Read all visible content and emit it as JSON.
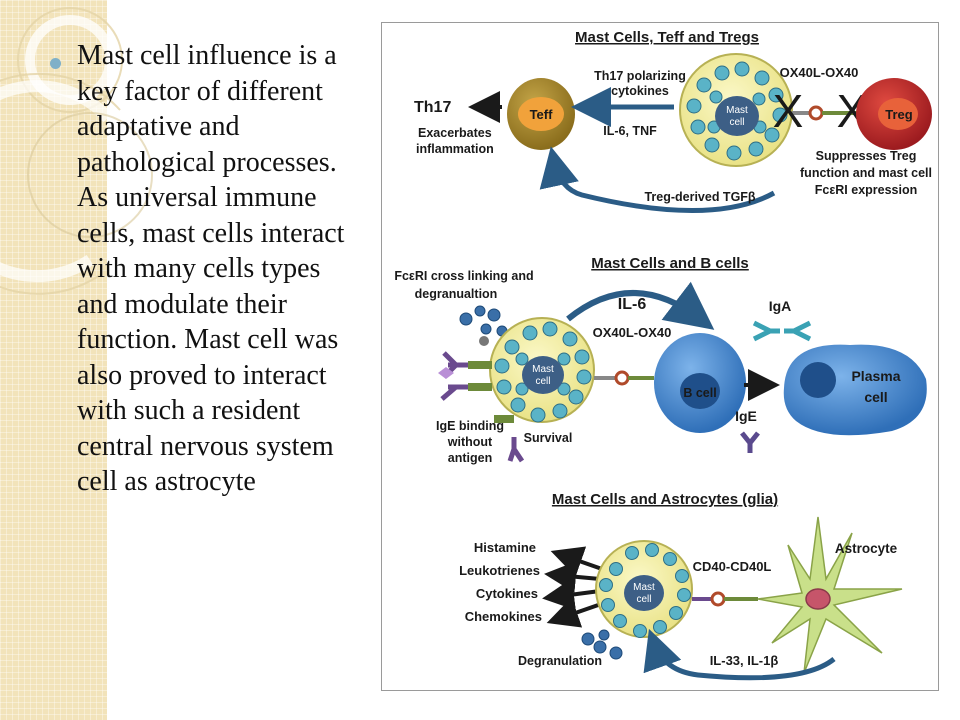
{
  "slide": {
    "bullet_text": "Mast cell influence is a key factor of different adaptative and pathological processes. As universal immune cells, mast cells interact with many cells types and modulate their function. Mast cell was also proved to interact with such a resident central nervous system cell as astrocyte"
  },
  "figure": {
    "panel1": {
      "title": "Mast Cells, Teff and Tregs",
      "th17": "Th17",
      "teff": "Teff",
      "mast": [
        "Mast",
        "cell"
      ],
      "treg": "Treg",
      "th17_polarizing": [
        "Th17 polarizing",
        "cytokines"
      ],
      "il6_tnf": "IL-6, TNF",
      "ox40": "OX40L-OX40",
      "exacerbates": [
        "Exacerbates",
        "inflammation"
      ],
      "suppresses": [
        "Suppresses Treg",
        "function and mast cell",
        "FcεRI expression"
      ],
      "treg_tgf": "Treg-derived TGFβ",
      "x_mark": "X"
    },
    "panel2": {
      "title": "Mast Cells and B cells",
      "fceri": [
        "FcεRI cross linking and",
        "degranualtion"
      ],
      "il6": "IL-6",
      "ox40": "OX40L-OX40",
      "mast": [
        "Mast",
        "cell"
      ],
      "iga": "IgA",
      "bcell": "B cell",
      "plasma": [
        "Plasma",
        "cell"
      ],
      "ige": "IgE",
      "ige_binding": [
        "IgE binding",
        "without",
        "antigen"
      ],
      "survival": "Survival"
    },
    "panel3": {
      "title": "Mast Cells and Astrocytes (glia)",
      "mediators": [
        "Histamine",
        "Leukotrienes",
        "Cytokines",
        "Chemokines"
      ],
      "mast": [
        "Mast",
        "cell"
      ],
      "cd40": "CD40-CD40L",
      "astrocyte": "Astrocyte",
      "degranulation": "Degranulation",
      "il33": "IL-33, IL-1β"
    }
  },
  "colors": {
    "band": "#f2e3ba",
    "bullet": "#7fb0c8",
    "mast_fill": "#f4f0a6",
    "granule": "#5ab3c7",
    "teff": "#a88a2c",
    "treg": "#c0262b",
    "bcell": "#3a7fc8",
    "astro": "#c9e08a",
    "arrow": "#2b5c86"
  }
}
